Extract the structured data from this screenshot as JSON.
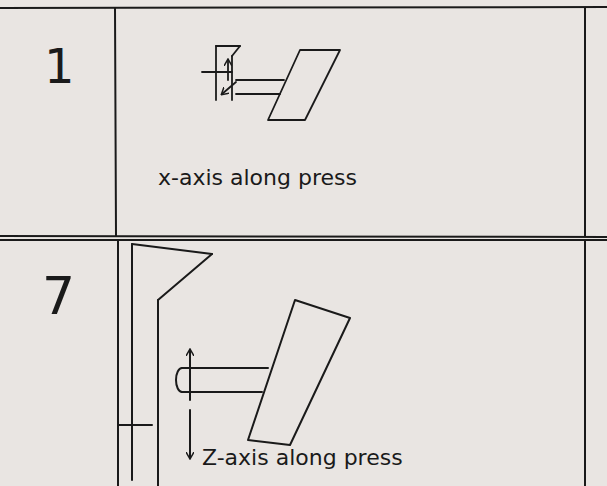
{
  "diagram": {
    "labels": [
      "1",
      "x-axis along press",
      "7",
      "Z-axis along press"
    ]
  }
}
